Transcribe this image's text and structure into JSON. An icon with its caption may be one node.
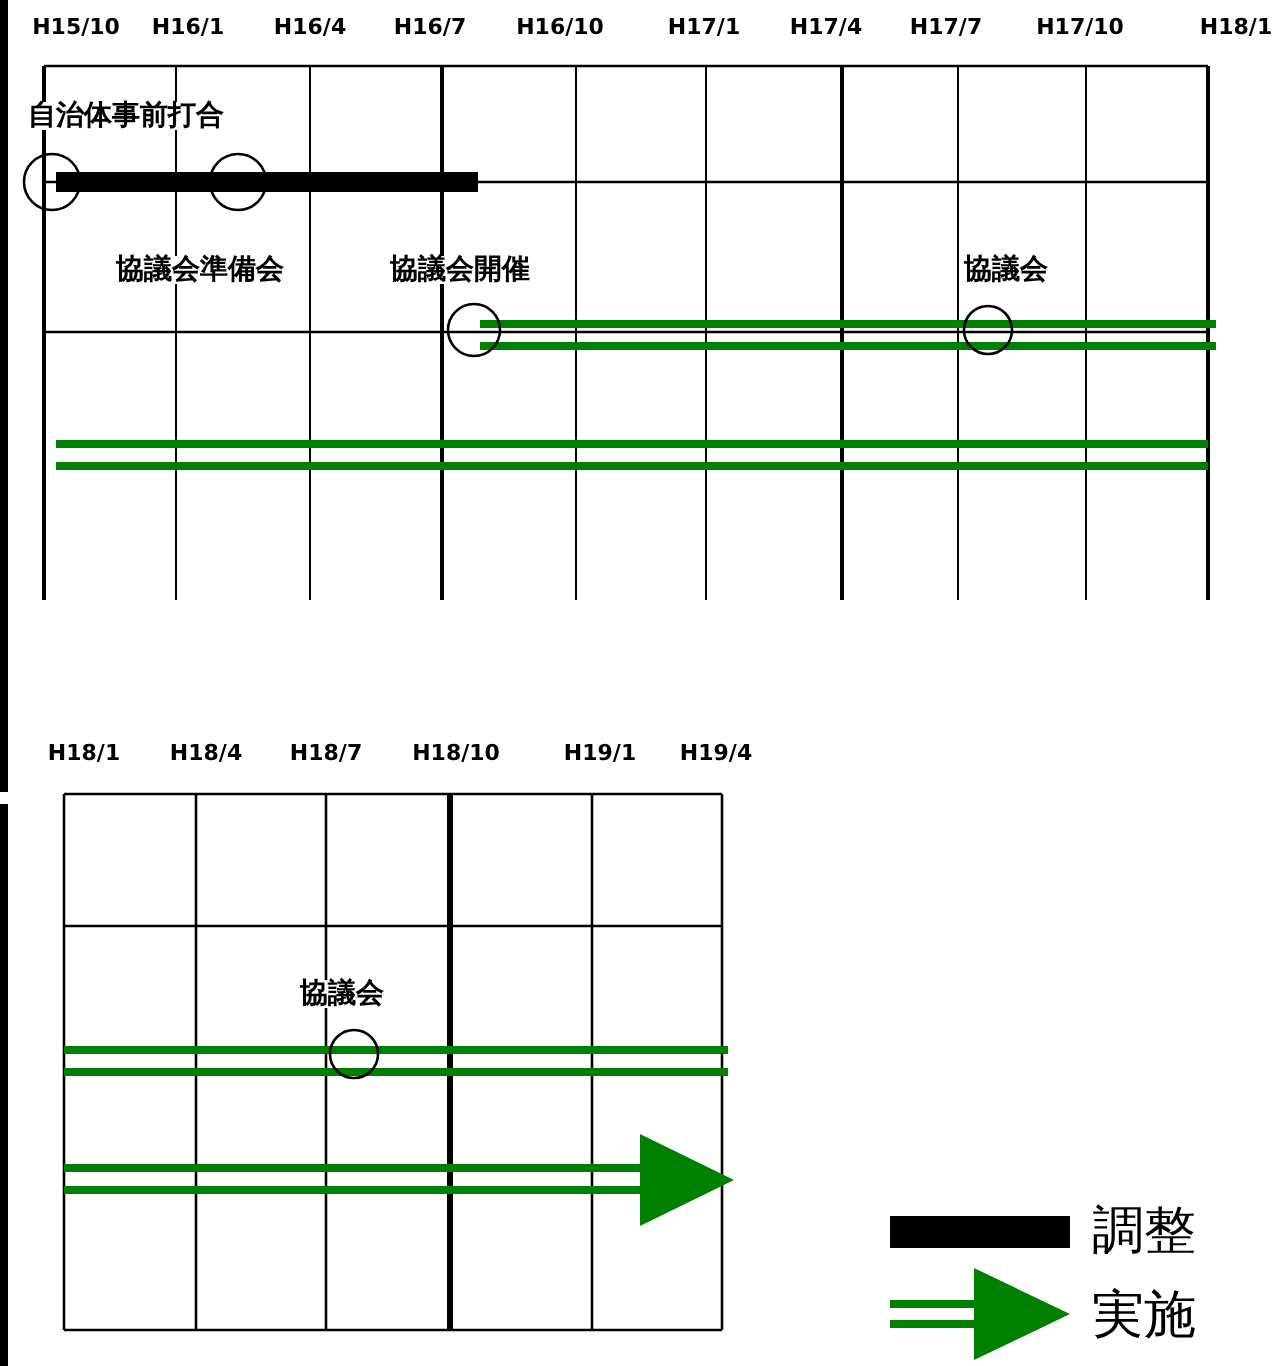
{
  "diagram": {
    "labels": [
      "H15/10",
      "H16/1",
      "H16/4",
      "H16/7",
      "H16/10",
      "H17/1",
      "H17/4",
      "H17/7",
      "H17/10",
      "H18/1",
      "自治体事前打合",
      "協議会準備会",
      "協議会開催",
      "協議会",
      "H18/1",
      "H18/4",
      "H18/7",
      "H18/10",
      "H19/1",
      "H19/4",
      "協議会"
    ],
    "legend": [
      {
        "text": "調整"
      },
      {
        "text": "実施"
      }
    ]
  }
}
